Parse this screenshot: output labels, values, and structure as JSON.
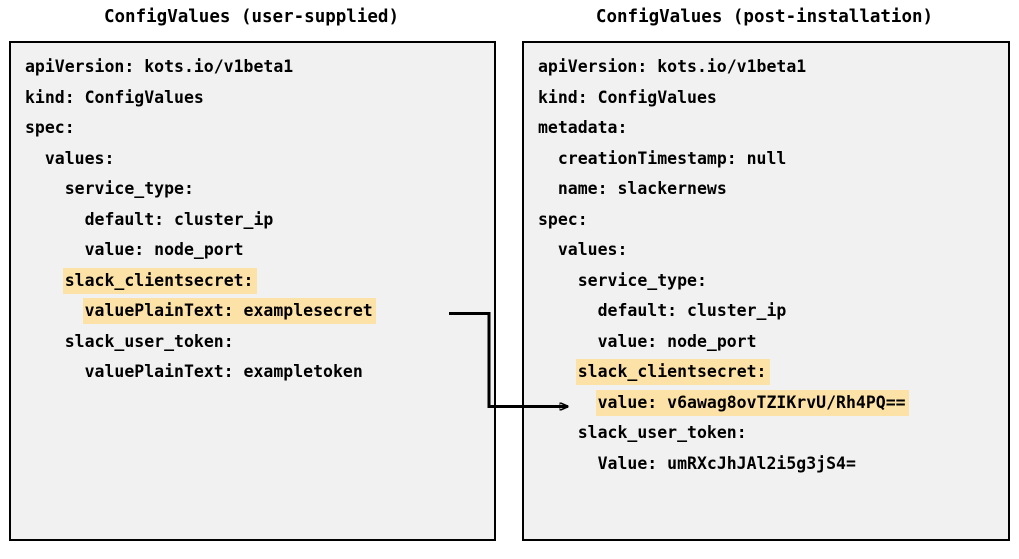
{
  "colors": {
    "highlight": "#fde2a7",
    "box_background": "#f1f1f1",
    "box_border": "#000000",
    "page_background": "#ffffff",
    "text": "#000000",
    "connector": "#000000"
  },
  "panels": [
    {
      "id": "user-supplied",
      "title": "ConfigValues (user-supplied)",
      "lines": [
        {
          "text": "apiVersion: kots.io/v1beta1",
          "indent": 0,
          "highlight": false
        },
        {
          "text": "kind: ConfigValues",
          "indent": 0,
          "highlight": false
        },
        {
          "text": "spec:",
          "indent": 0,
          "highlight": false
        },
        {
          "text": "values:",
          "indent": 1,
          "highlight": false
        },
        {
          "text": "service_type:",
          "indent": 2,
          "highlight": false
        },
        {
          "text": "default: cluster_ip",
          "indent": 3,
          "highlight": false
        },
        {
          "text": "value: node_port",
          "indent": 3,
          "highlight": false
        },
        {
          "text": "slack_clientsecret:",
          "indent": 2,
          "highlight": true
        },
        {
          "text": "valuePlainText: examplesecret",
          "indent": 3,
          "highlight": true
        },
        {
          "text": "slack_user_token:",
          "indent": 2,
          "highlight": false
        },
        {
          "text": "valuePlainText: exampletoken",
          "indent": 3,
          "highlight": false
        }
      ]
    },
    {
      "id": "post-installation",
      "title": "ConfigValues (post-installation)",
      "lines": [
        {
          "text": "apiVersion: kots.io/v1beta1",
          "indent": 0,
          "highlight": false
        },
        {
          "text": "kind: ConfigValues",
          "indent": 0,
          "highlight": false
        },
        {
          "text": "metadata:",
          "indent": 0,
          "highlight": false
        },
        {
          "text": "creationTimestamp: null",
          "indent": 1,
          "highlight": false
        },
        {
          "text": "name: slackernews",
          "indent": 1,
          "highlight": false
        },
        {
          "text": "spec:",
          "indent": 0,
          "highlight": false
        },
        {
          "text": "values:",
          "indent": 1,
          "highlight": false
        },
        {
          "text": "service_type:",
          "indent": 2,
          "highlight": false
        },
        {
          "text": "default: cluster_ip",
          "indent": 3,
          "highlight": false
        },
        {
          "text": "value: node_port",
          "indent": 3,
          "highlight": false
        },
        {
          "text": "slack_clientsecret:",
          "indent": 2,
          "highlight": true
        },
        {
          "text": "value: v6awag8ovTZIKrvU/Rh4PQ==",
          "indent": 3,
          "highlight": true
        },
        {
          "text": "slack_user_token:",
          "indent": 2,
          "highlight": false
        },
        {
          "text": "Value: umRXcJhJAl2i5g3jS4=",
          "indent": 3,
          "highlight": false
        }
      ]
    }
  ],
  "connector": {
    "description": "arrow from user-supplied valuePlainText examplesecret to post-installation encoded value",
    "from_label": "valuePlainText: examplesecret",
    "to_label": "value: v6awag8ovTZIKrvU/Rh4PQ=="
  }
}
